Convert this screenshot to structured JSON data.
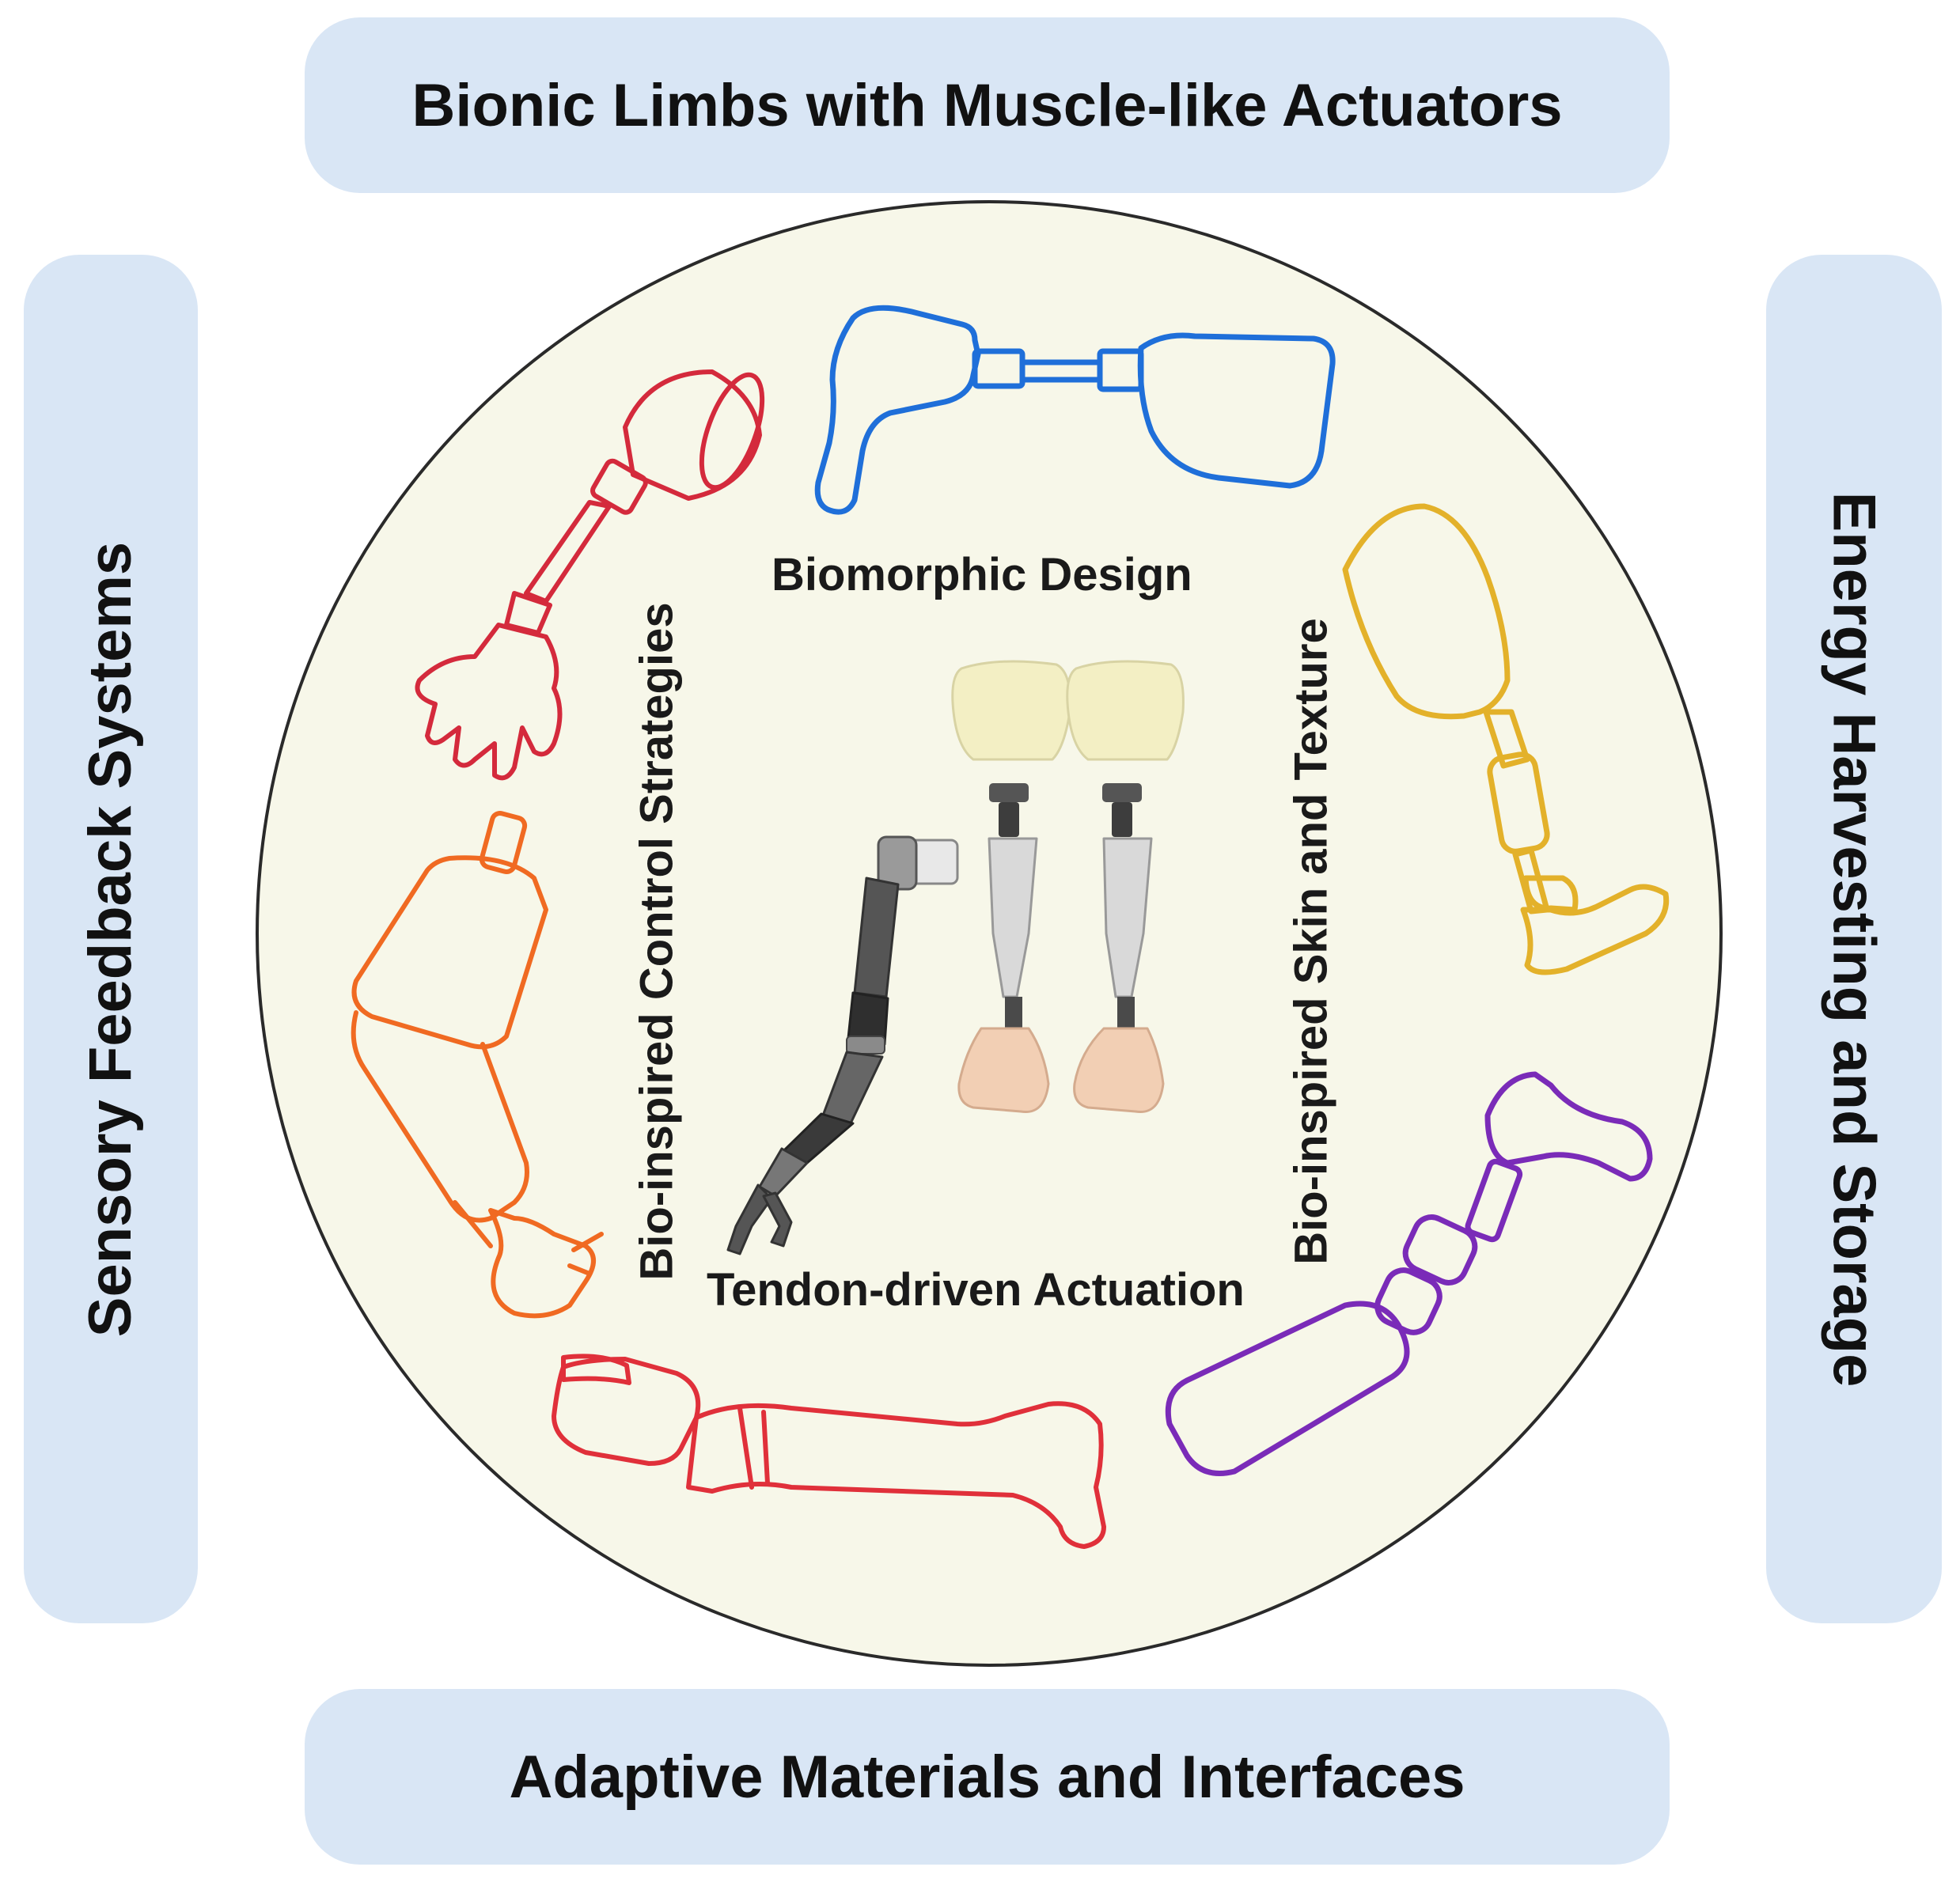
{
  "colors": {
    "panel_fill": "#d9e6f5",
    "circle_fill": "#f7f7e9",
    "circle_stroke": "#2a2a2a",
    "limb_blue": "#1f6fd9",
    "limb_gold": "#e3b12a",
    "limb_purple": "#7a2bb8",
    "limb_red": "#e0303a",
    "limb_orange": "#f06a22",
    "limb_crimson": "#d42a3c"
  },
  "panels": {
    "top": "Bionic Limbs with Muscle-like Actuators",
    "bottom": "Adaptive Materials and Interfaces",
    "left": "Sensory Feedback Systems",
    "right": "Energy Harvesting and Storage"
  },
  "center": {
    "top_label": "Biomorphic Design",
    "bottom_label": "Tendon-driven Actuation",
    "left_label": "Bio-inspired Control Strategies",
    "right_label": "Bio-inspired Skin and Texture"
  },
  "icons": [
    "prosthetic-leg-blue-icon",
    "prosthetic-leg-gold-icon",
    "prosthetic-leg-purple-icon",
    "prosthetic-leg-red-icon",
    "prosthetic-arm-orange-icon",
    "prosthetic-arm-crimson-icon",
    "robotic-arm-icon",
    "prosthetic-legs-pair-icon"
  ]
}
